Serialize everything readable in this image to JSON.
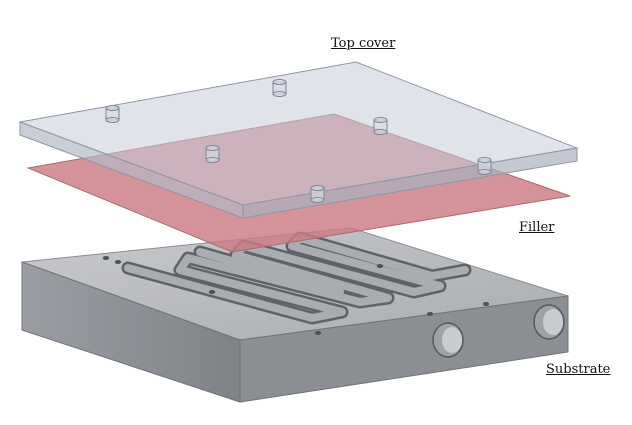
{
  "labels": {
    "top_cover": "Top cover",
    "filler": "Filler",
    "substrate": "Substrate"
  },
  "colors": {
    "top_cover_fill": "#c9ced9",
    "top_cover_edge": "#8f96a6",
    "filler_fill": "#c97b83",
    "substrate_top": "#b7babe",
    "substrate_front": "#8d9196",
    "substrate_side": "#7b7f84",
    "channel": "#5e6266"
  }
}
